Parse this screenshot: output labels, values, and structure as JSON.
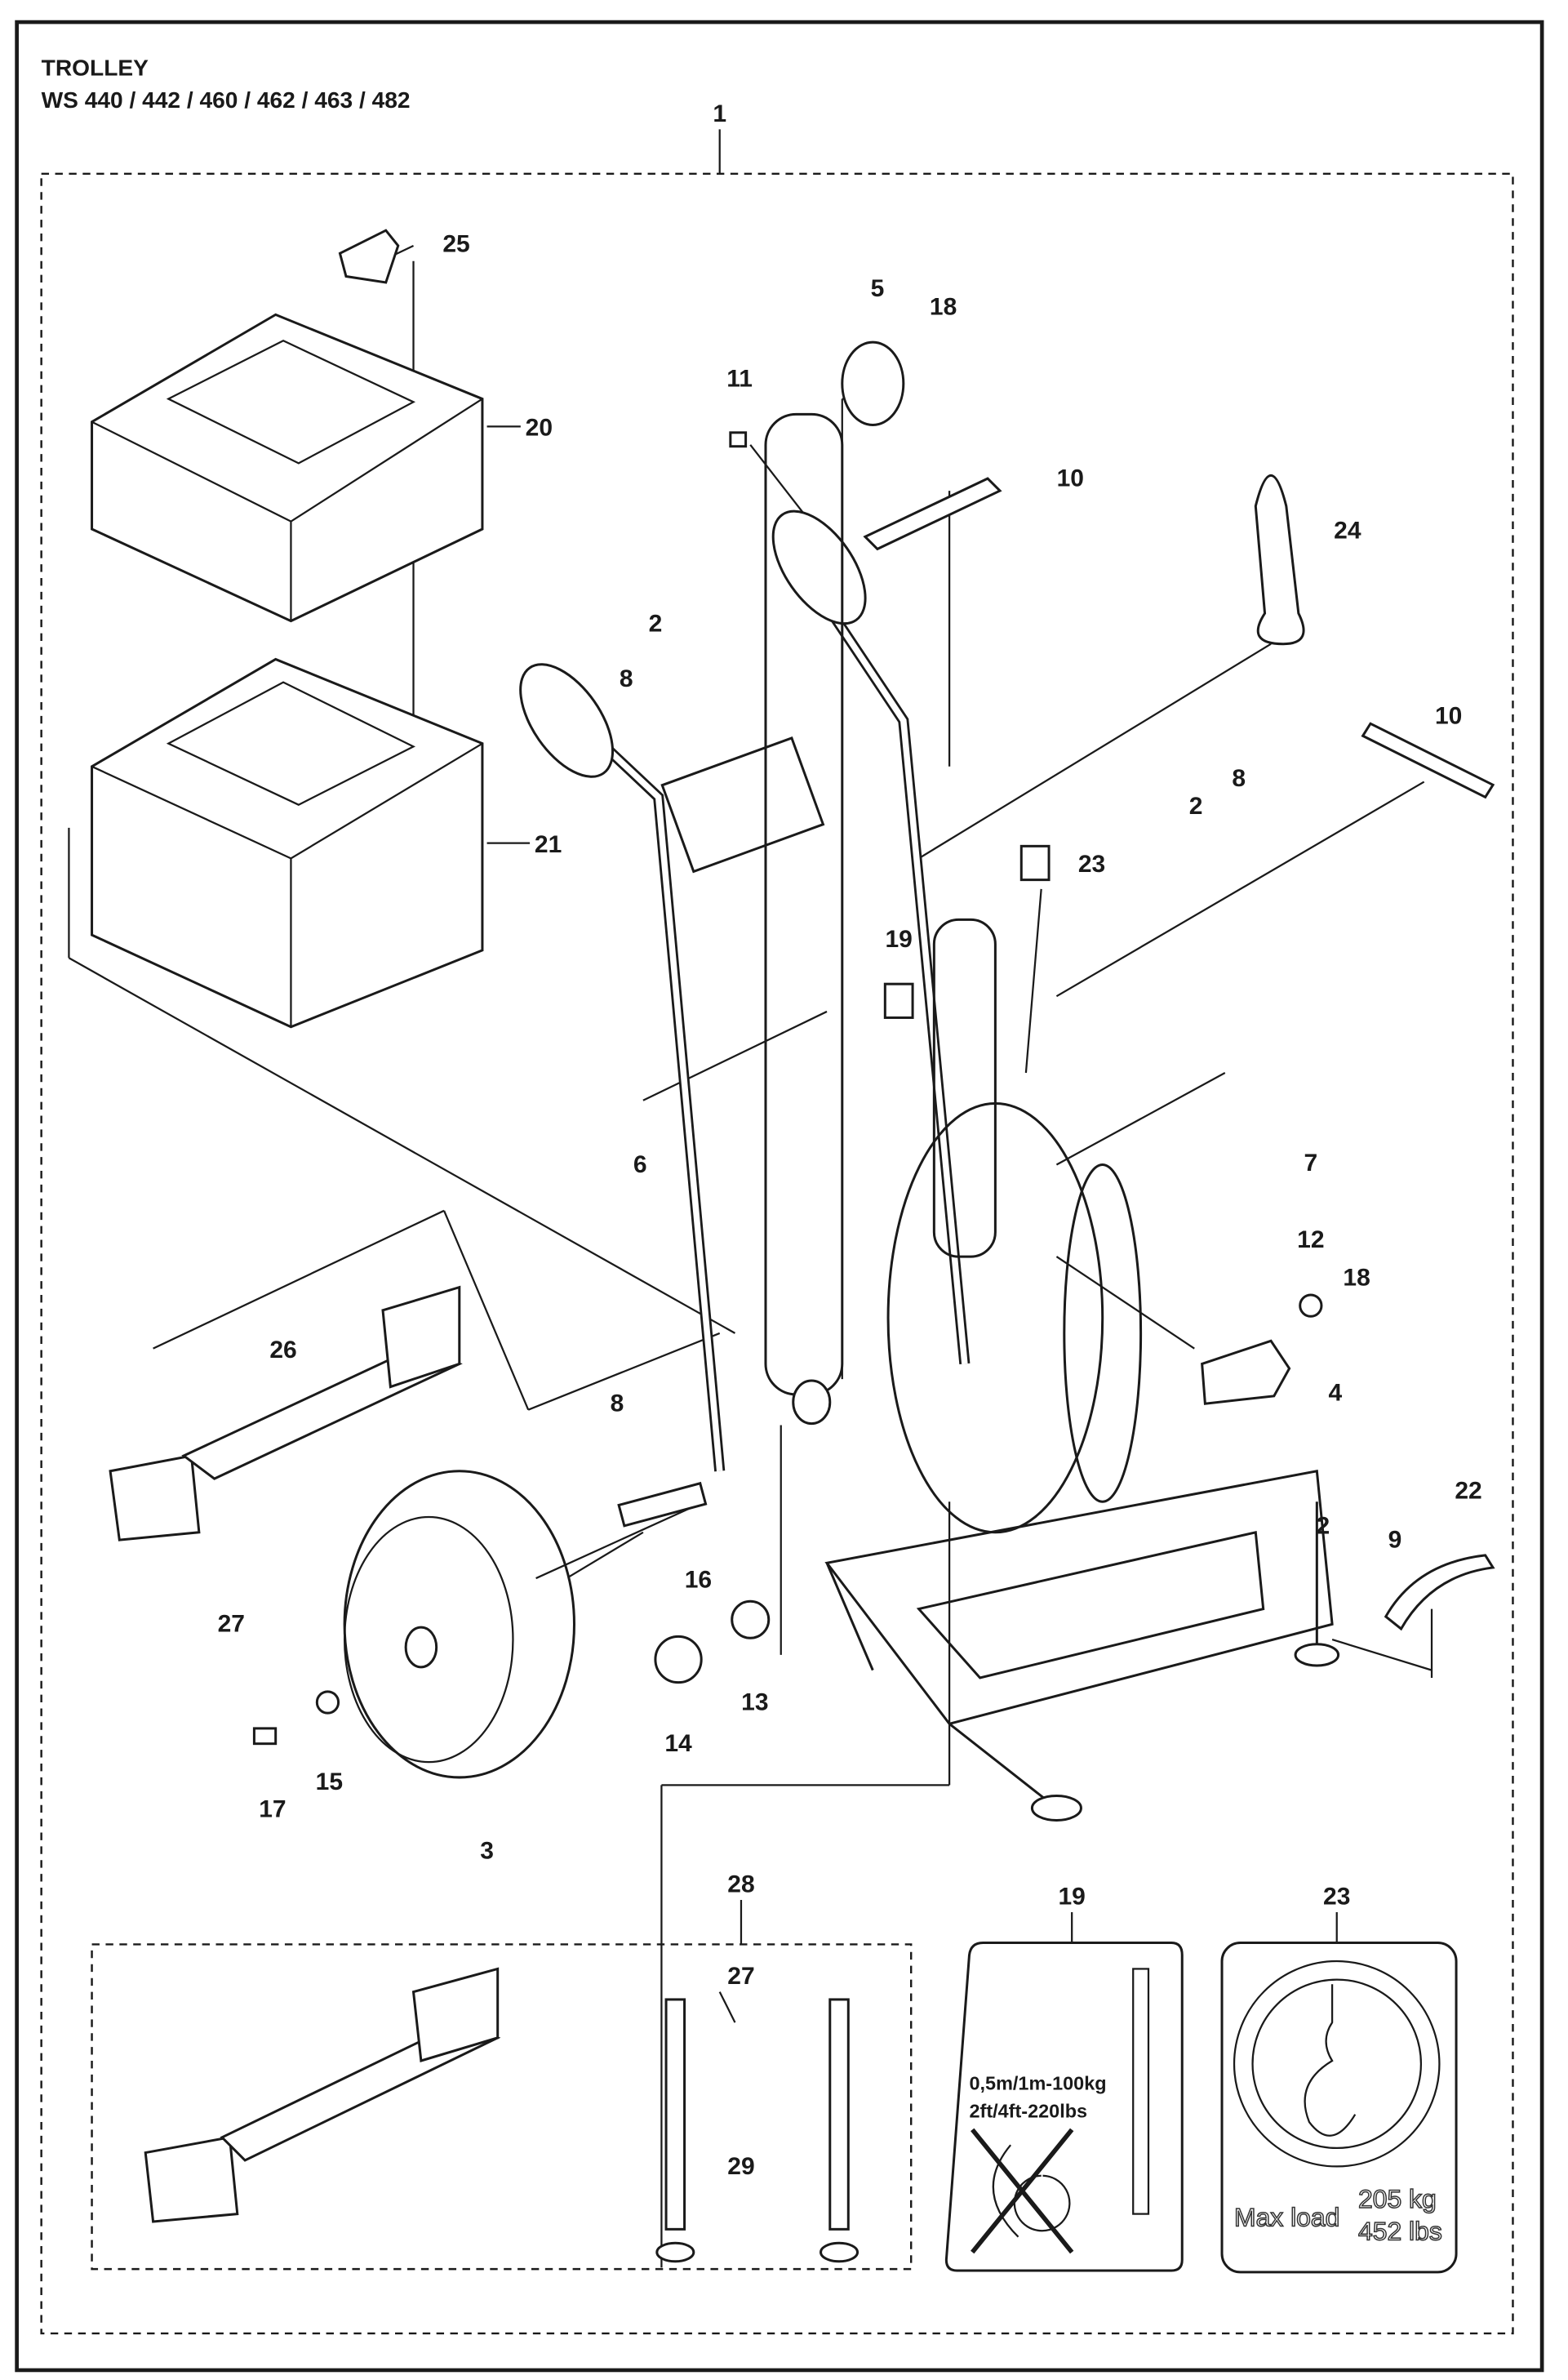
{
  "header": {
    "title": "TROLLEY",
    "models": "WS 440 / 442 / 460 / 462 / 463 / 482"
  },
  "callouts": [
    "1",
    "25",
    "20",
    "21",
    "5",
    "18",
    "11",
    "10",
    "24",
    "2",
    "8",
    "10",
    "2",
    "8",
    "23",
    "19",
    "6",
    "7",
    "12",
    "18",
    "4",
    "26",
    "8",
    "2",
    "9",
    "22",
    "27",
    "16",
    "13",
    "14",
    "15",
    "17",
    "3",
    "28",
    "27",
    "29",
    "19",
    "23"
  ],
  "label_19": {
    "line1": "0,5m/1m-100kg",
    "line2": "2ft/4ft-220lbs"
  },
  "label_23": {
    "max_load": "Max load",
    "kg": "205 kg",
    "lbs": "452 lbs"
  }
}
